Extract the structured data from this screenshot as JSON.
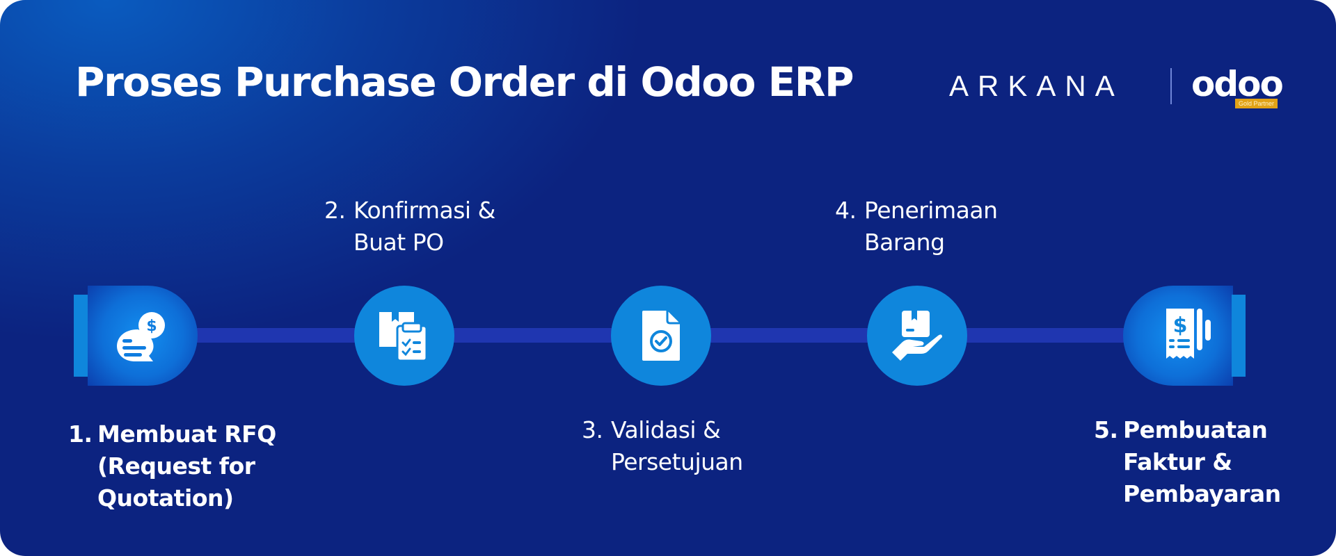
{
  "header": {
    "title": "Proses Purchase Order di Odoo ERP"
  },
  "brand": {
    "company": "ARKANA",
    "partner_logo": "odoo",
    "partner_badge": "Gold Partner",
    "badge_color": "#e2a317"
  },
  "colors": {
    "background": "#0c2380",
    "background_highlight": "#0a5bbf",
    "connector": "#1f36b0",
    "circle": "#0f86dc",
    "text": "#ffffff"
  },
  "steps": [
    {
      "number": "1.",
      "label": "Membuat RFQ\n(Request for\nQuotation)",
      "icon": "chat-dollar-icon",
      "position": "below",
      "emphasis": "bold"
    },
    {
      "number": "2.",
      "label": "Konfirmasi &\nBuat PO",
      "icon": "box-clipboard-icon",
      "position": "above",
      "emphasis": "regular"
    },
    {
      "number": "3.",
      "label": "Validasi &\nPersetujuan",
      "icon": "document-check-icon",
      "position": "below",
      "emphasis": "regular"
    },
    {
      "number": "4.",
      "label": "Penerimaan\nBarang",
      "icon": "hand-box-icon",
      "position": "above",
      "emphasis": "regular"
    },
    {
      "number": "5.",
      "label": "Pembuatan\nFaktur &\nPembayaran",
      "icon": "receipt-dollar-icon",
      "position": "below",
      "emphasis": "bold"
    }
  ]
}
